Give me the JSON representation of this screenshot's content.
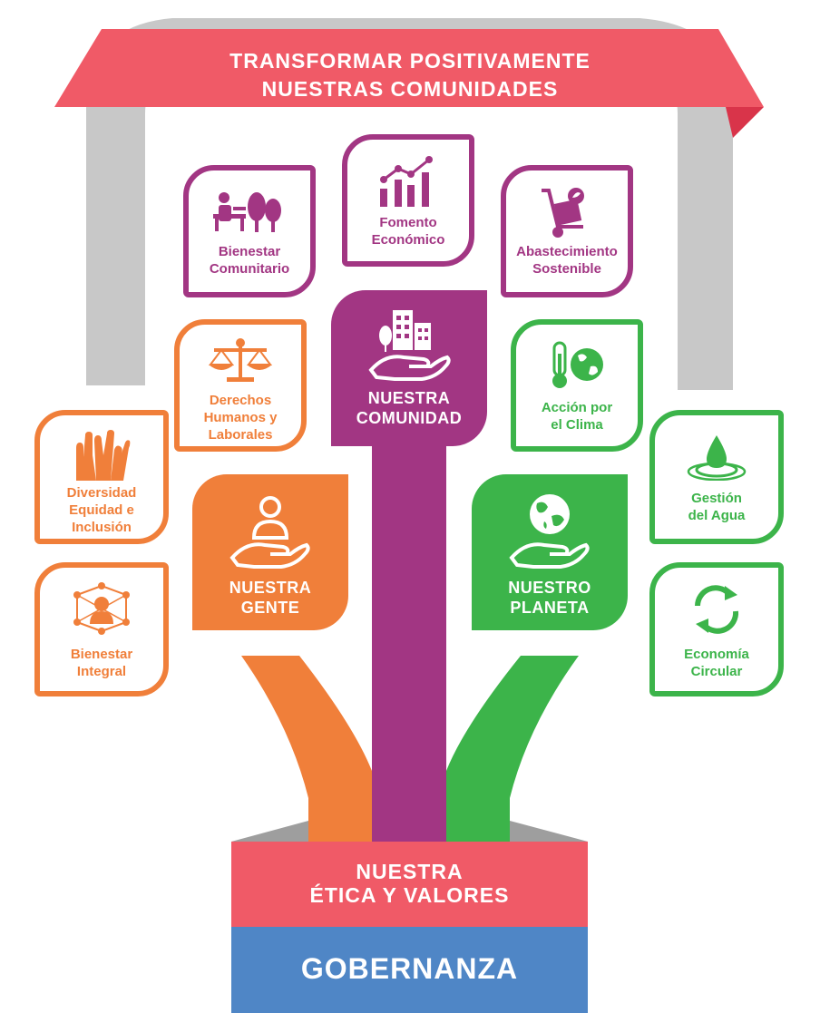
{
  "banner": {
    "line1": "TRANSFORMAR POSITIVAMENTE",
    "line2": "NUESTRAS COMUNIDADES"
  },
  "pillars": {
    "comunidad": {
      "line1": "NUESTRA",
      "line2": "COMUNIDAD",
      "icon": "hand-buildings-icon"
    },
    "gente": {
      "line1": "NUESTRA",
      "line2": "GENTE",
      "icon": "hand-person-icon"
    },
    "planeta": {
      "line1": "NUESTRO",
      "line2": "PLANETA",
      "icon": "hand-globe-icon"
    }
  },
  "tiles": {
    "bienestar_comunitario": {
      "line1": "Bienestar",
      "line2": "Comunitario",
      "icon": "park-bench-trees-icon"
    },
    "fomento_economico": {
      "line1": "Fomento",
      "line2": "Económico",
      "icon": "growth-chart-icon"
    },
    "abastecimiento": {
      "line1": "Abastecimiento",
      "line2": "Sostenible",
      "icon": "hand-truck-icon"
    },
    "derechos": {
      "line1": "Derechos",
      "line2": "Humanos y",
      "line3": "Laborales",
      "icon": "scales-icon"
    },
    "accion_clima": {
      "line1": "Acción por",
      "line2": "el Clima",
      "icon": "thermometer-globe-icon"
    },
    "diversidad": {
      "line1": "Diversidad",
      "line2": "Equidad e",
      "line3": "Inclusión",
      "icon": "raised-hands-icon"
    },
    "bienestar_integral": {
      "line1": "Bienestar",
      "line2": "Integral",
      "icon": "person-network-icon"
    },
    "gestion_agua": {
      "line1": "Gestión",
      "line2": "del Agua",
      "icon": "water-drop-icon"
    },
    "economia_circular": {
      "line1": "Economía",
      "line2": "Circular",
      "icon": "circular-arrows-icon"
    }
  },
  "base": {
    "etica_line1": "NUESTRA",
    "etica_line2": "ÉTICA Y VALORES",
    "gobernanza": "GOBERNANZA"
  },
  "colors": {
    "red": "#f05a67",
    "purple": "#a23683",
    "orange": "#f07f3a",
    "green": "#3cb44a",
    "blue": "#4f86c6",
    "gray": "#c8c8c8"
  }
}
